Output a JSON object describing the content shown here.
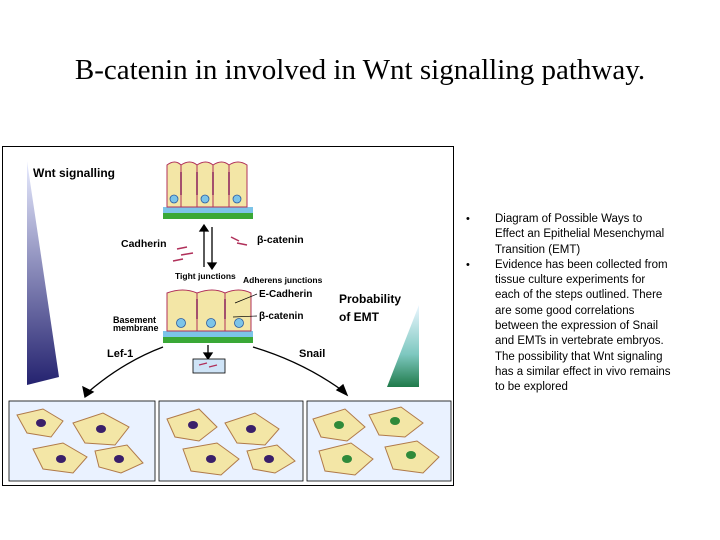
{
  "slide": {
    "title": "B-catenin in involved in Wnt signalling pathway."
  },
  "figure": {
    "wnt_label": "Wnt signalling",
    "cadherin_label": "Cadherin",
    "beta_catenin_label": "β-catenin",
    "tight_junctions_label": "Tight junctions",
    "adherens_junctions_label": "Adherens junctions",
    "e_cadherin_label": "E-Cadherin",
    "beta_catenin_label_2": "β-catenin",
    "basement_label_line1": "Basement",
    "basement_label_line2": "membrane",
    "probability_line1": "Probability",
    "probability_line2": "of EMT",
    "lef1_label": "Lef-1",
    "snail_label": "Snail",
    "colors": {
      "blue_gradient": "#2a2a8a",
      "green_gradient": "#1f7a4a",
      "membrane_green": "#3aa836",
      "cell_fill": "#f3e6a6",
      "panel_fill": "#eaf2ff"
    }
  },
  "bullets": [
    "Diagram of Possible Ways to Effect an Epithelial Mesenchymal Transition (EMT)",
    "Evidence has been collected from tissue culture experiments for each of the steps outlined. There are some good correlations between the expression of Snail and EMTs in vertebrate embryos. The possibility that Wnt signaling has a similar effect in vivo remains to be explored"
  ]
}
